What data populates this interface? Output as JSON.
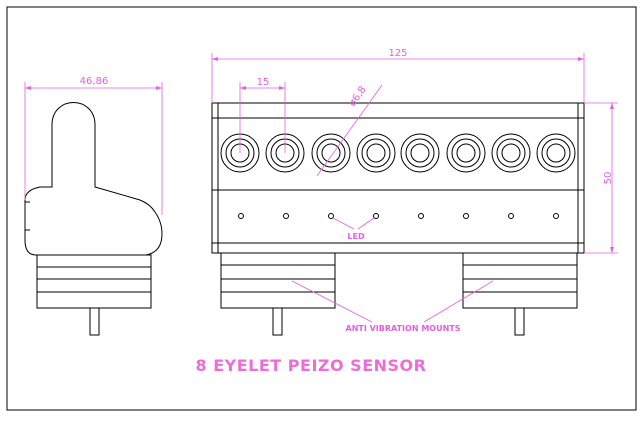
{
  "drawing": {
    "title": "8 EYELET PEIZO SENSOR",
    "dimensions": {
      "side_width": "46,86",
      "overall_length": "125",
      "eyelet_pitch": "15",
      "eyelet_diameter": "ø6,8",
      "height": "50"
    },
    "callouts": {
      "led": "LED",
      "mounts": "ANTI VIBRATION MOUNTS"
    },
    "eyelet_count": 8,
    "led_count": 8,
    "colors": {
      "line": "#000000",
      "annotation": "#e060e0",
      "title": "#f06ad8"
    }
  }
}
